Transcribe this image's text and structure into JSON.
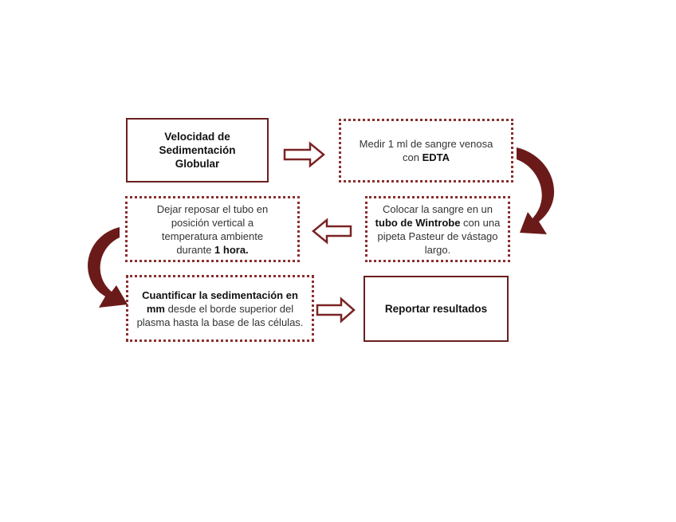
{
  "steps": [
    {
      "id": "title",
      "lines": [
        "Velocidad de",
        "Sedimentación",
        "Globular"
      ],
      "bold_all": true
    },
    {
      "id": "step1",
      "pre": "Medir 1 ml de sangre venosa con ",
      "bold": "EDTA",
      "post": ""
    },
    {
      "id": "step2",
      "pre": "Colocar la sangre en un ",
      "bold": "tubo de Wintrobe",
      "post": " con una pipeta Pasteur de vástago largo."
    },
    {
      "id": "step3",
      "pre": "Dejar reposar el tubo en posición vertical a temperatura ambiente durante ",
      "bold": "1 hora.",
      "post": ""
    },
    {
      "id": "step4",
      "pre": "",
      "bold": "Cuantificar la sedimentación en mm",
      "post": " desde el borde superior del plasma hasta la base de las células."
    },
    {
      "id": "step5",
      "text": "Reportar resultados"
    }
  ],
  "colors": {
    "border_dark": "#6b1f1f",
    "border_dotted": "#8a2f2f",
    "arrow_fill": "#6b1a1a"
  }
}
